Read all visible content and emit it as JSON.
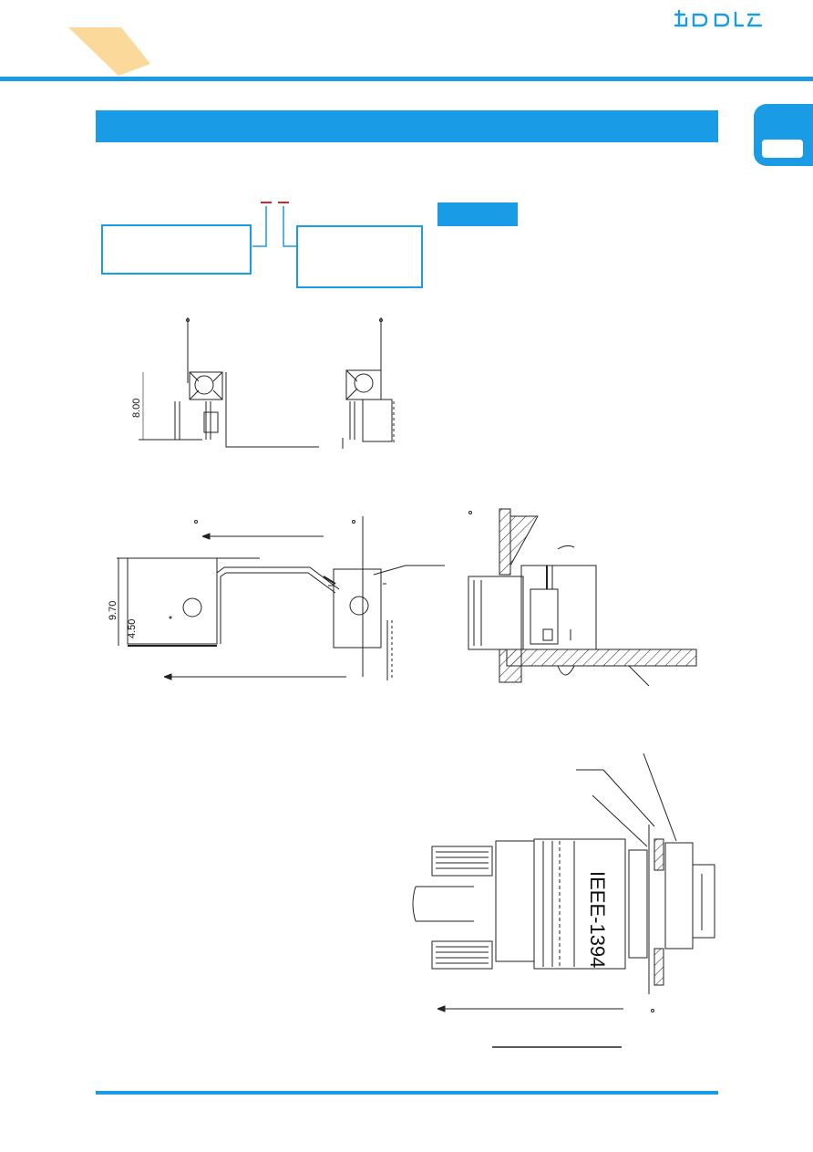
{
  "header": {
    "logo_text": "ɯᗡᗡᒪᓚ",
    "accent_color": "#1a9be6",
    "corner_color": "#fbd99a",
    "logo_color": "#1a9be6"
  },
  "drawing_top": {
    "dim_height": "8.00"
  },
  "drawing_middle": {
    "dim_overall": "9.70",
    "dim_hole": "4.50"
  },
  "drawing_bottom": {
    "connector_label": "IEEE-1394"
  },
  "icons": {
    "corner": "orange-diagonal-corner-shape",
    "logo": "brand-logo"
  }
}
